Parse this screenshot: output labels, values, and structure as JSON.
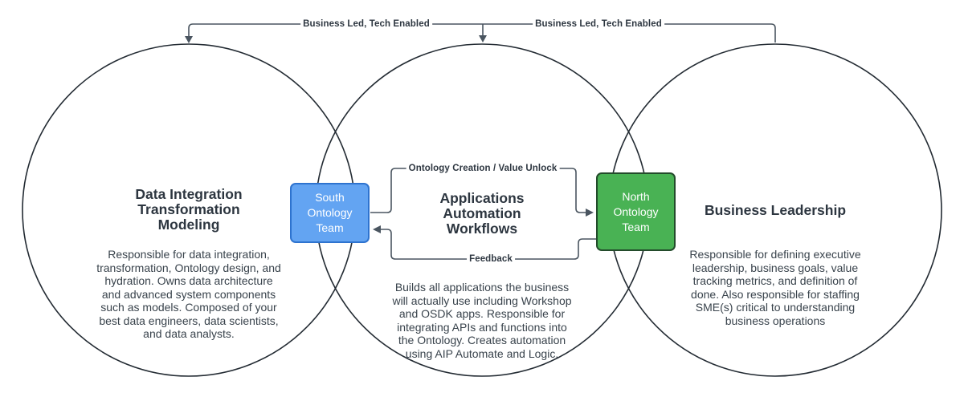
{
  "colors": {
    "south_fill": "#63a4f2",
    "south_border": "#2e73cf",
    "north_fill": "#49b254",
    "north_border": "#234b2b",
    "connector": "#4a5560",
    "circle_stroke": "#232b33",
    "title_text": "#2d3640",
    "body_text": "#39434c",
    "label_text": "#2d3640",
    "box_text": "#ffffff"
  },
  "connectors": {
    "top_left_label": "Business Led, Tech Enabled",
    "top_right_label": "Business Led, Tech Enabled",
    "ontology_label": "Ontology Creation / Value Unlock",
    "feedback_label": "Feedback"
  },
  "boxes": {
    "south": {
      "lines": [
        "South",
        "Ontology",
        "Team"
      ]
    },
    "north": {
      "lines": [
        "North",
        "Ontology",
        "Team"
      ]
    }
  },
  "circles": {
    "left": {
      "title_lines": [
        "Data Integration",
        "Transformation",
        "Modeling"
      ],
      "body_lines": [
        "Responsible for data integration,",
        "transformation, Ontology design, and",
        "hydration. Owns data architecture",
        "and advanced system components",
        "such as models. Composed of your",
        "best data engineers, data scientists,",
        "and data analysts."
      ]
    },
    "middle": {
      "title_lines": [
        "Applications",
        "Automation",
        "Workflows"
      ],
      "body_lines": [
        "Builds all applications the business",
        "will actually use including Workshop",
        "and OSDK apps. Responsible for",
        "integrating APIs and functions into",
        "the Ontology. Creates automation",
        "using AIP Automate and Logic."
      ]
    },
    "right": {
      "title_lines": [
        "Business Leadership"
      ],
      "body_lines": [
        "Responsible for defining executive",
        "leadership, business goals, value",
        "tracking metrics, and definition of",
        "done. Also responsible for staffing",
        "SME(s) critical to understanding",
        "business operations"
      ]
    }
  }
}
